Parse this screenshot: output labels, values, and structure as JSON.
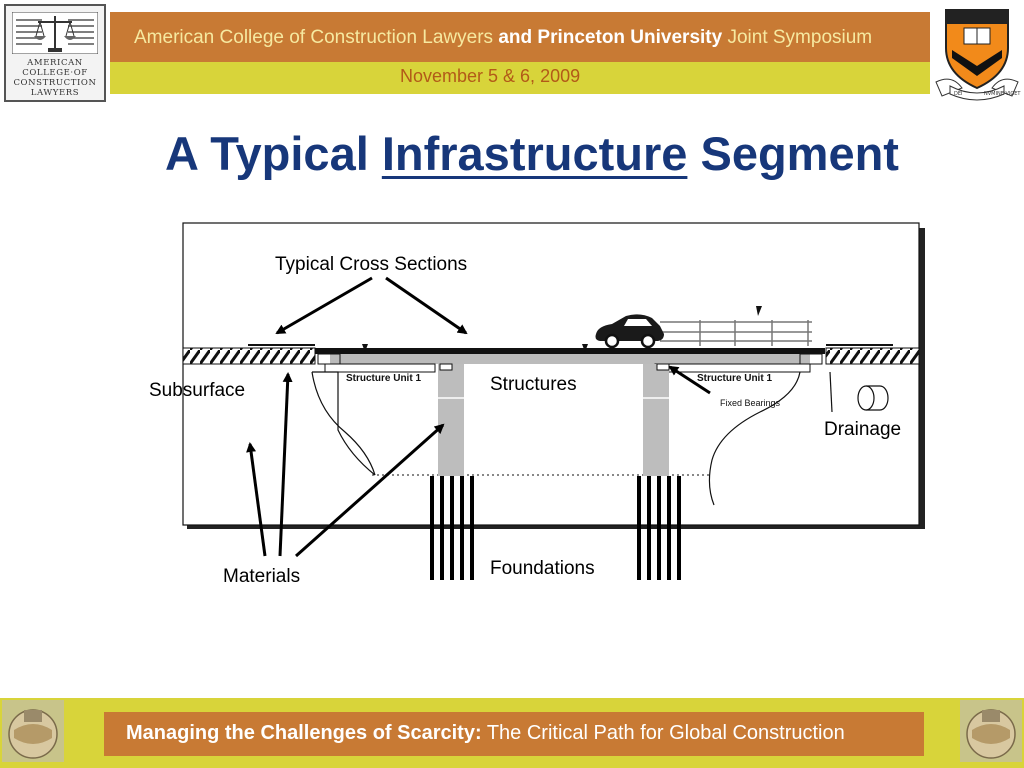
{
  "header": {
    "logo_lines": [
      "AMERICAN",
      "COLLEGE·OF",
      "CONSTRUCTION",
      "LAWYERS"
    ],
    "org_name": "American College of Construction Lawyers",
    "joint_word": "and Princeton University",
    "event_word": "Joint Symposium",
    "date": "November 5 & 6, 2009",
    "shield_ribbon_left": "DEI",
    "shield_ribbon_right": "NVMINE VIGET"
  },
  "title": {
    "before": "A Typical ",
    "emphasis": "Infrastructure",
    "after": " Segment"
  },
  "diagram": {
    "labels": {
      "cross_sections": "Typical Cross Sections",
      "subsurface": "Subsurface",
      "structures": "Structures",
      "drainage": "Drainage",
      "materials": "Materials",
      "foundations": "Foundations",
      "structure_unit_left": "Structure Unit 1",
      "structure_unit_right": "Structure Unit 1",
      "fixed_bearings": "Fixed Bearings"
    }
  },
  "footer": {
    "bold": "Managing the Challenges of Scarcity:",
    "rest": " The Critical Path for Global Construction"
  },
  "colors": {
    "header_orange": "#c87a34",
    "header_yellow": "#d8d43a",
    "title_blue": "#17377a",
    "date_orange": "#b25a18"
  }
}
